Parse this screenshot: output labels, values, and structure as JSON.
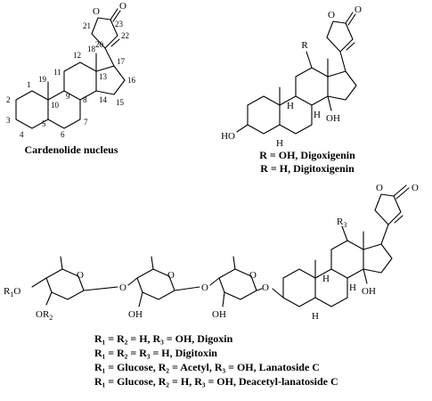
{
  "structures": {
    "nucleus": {
      "caption": "Cardenolide nucleus",
      "atoms": {
        "o_ring": "O",
        "o_carbonyl": "O"
      },
      "numbers": [
        "1",
        "2",
        "3",
        "4",
        "5",
        "6",
        "7",
        "8",
        "9",
        "10",
        "11",
        "12",
        "13",
        "14",
        "15",
        "16",
        "17",
        "18",
        "19",
        "20",
        "21",
        "22",
        "23"
      ]
    },
    "digoxigenin": {
      "r_group": "R",
      "ho": "HO",
      "oh14": "OH",
      "h5": "H",
      "h8": "H",
      "h9": "H",
      "o_ring": "O",
      "o_carbonyl": "O",
      "captions": [
        "R = OH, Digoxigenin",
        "R = H, Digitoxigenin"
      ]
    },
    "glycoside": {
      "r3": "R",
      "r3_sub": "3",
      "r1": "R",
      "r1_sub": "1",
      "r1_o": "O",
      "or2_o": "OR",
      "r2_sub": "2",
      "sugar_o": [
        "O",
        "O",
        "O"
      ],
      "link_o": [
        "O",
        "O",
        "O"
      ],
      "oh_sugar": [
        "OH",
        "OH"
      ],
      "oh14": "OH",
      "h5": "H",
      "h8": "H",
      "h9": "H",
      "o_ring": "O",
      "o_carbonyl": "O",
      "captions": [
        "R₁ = R₂ = H, R₃ = OH, Digoxin",
        "R₁ = R₂ = R₃ = H, Digitoxin",
        "R₁ = Glucose, R₂ = Acetyl, R₃ = OH, Lanatoside C",
        "R₁ = Glucose, R₂ = H, R₃ = OH, Deacetyl-lanatoside C"
      ]
    }
  }
}
